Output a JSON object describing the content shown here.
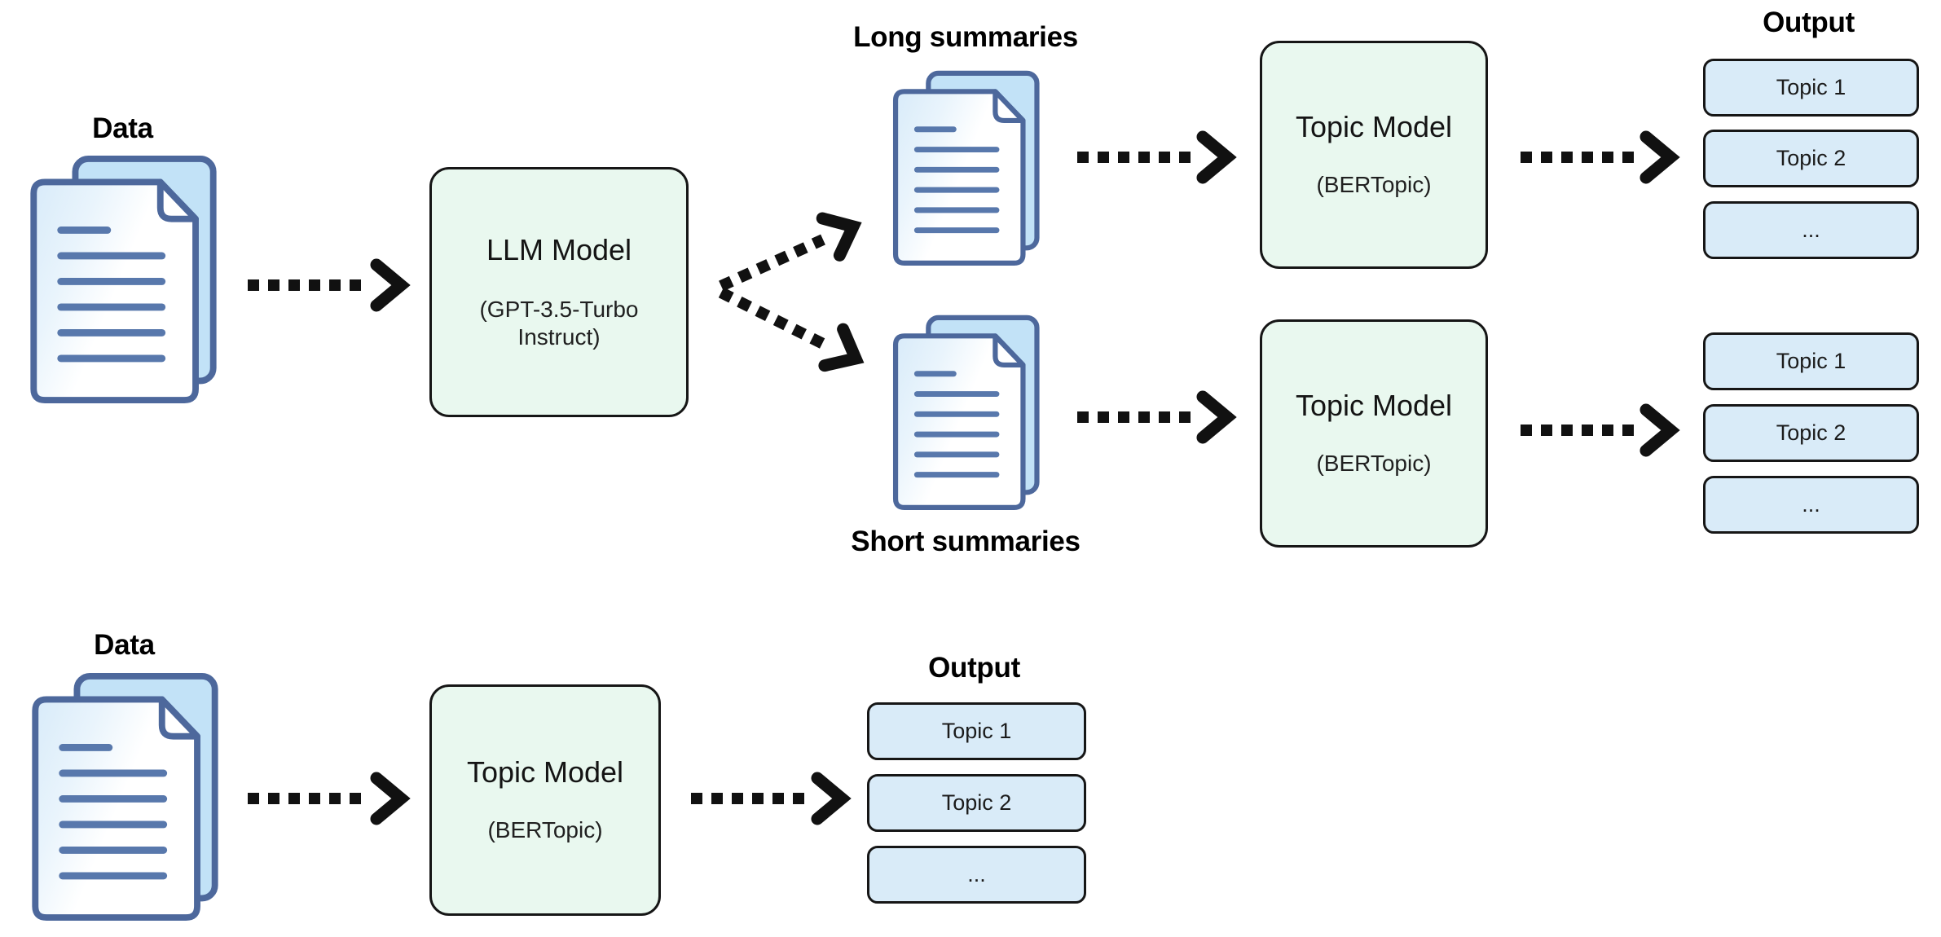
{
  "colors": {
    "model_box_fill": "#e9f8ef",
    "model_box_border": "#161616",
    "topic_pill_fill": "#d9ebf8",
    "topic_pill_border": "#161616",
    "doc_back_fill": "#c2e2f7",
    "doc_front_fill": "#ffffff",
    "doc_outline": "#4d689c",
    "doc_line_color": "#5878ac",
    "arrow_color": "#111111"
  },
  "top_flow": {
    "data_label": "Data",
    "llm_box": {
      "title": "LLM Model",
      "subtitle": "(GPT-3.5-Turbo Instruct)"
    },
    "long_summaries_label": "Long summaries",
    "short_summaries_label": "Short summaries",
    "output_label": "Output",
    "long_branch": {
      "topic_box": {
        "title": "Topic Model",
        "subtitle": "(BERTopic)"
      },
      "topics": [
        "Topic 1",
        "Topic 2",
        "..."
      ]
    },
    "short_branch": {
      "topic_box": {
        "title": "Topic Model",
        "subtitle": "(BERTopic)"
      },
      "topics": [
        "Topic 1",
        "Topic 2",
        "..."
      ]
    }
  },
  "bottom_flow": {
    "data_label": "Data",
    "topic_box": {
      "title": "Topic Model",
      "subtitle": "(BERTopic)"
    },
    "output_label": "Output",
    "topics": [
      "Topic 1",
      "Topic 2",
      "..."
    ]
  }
}
